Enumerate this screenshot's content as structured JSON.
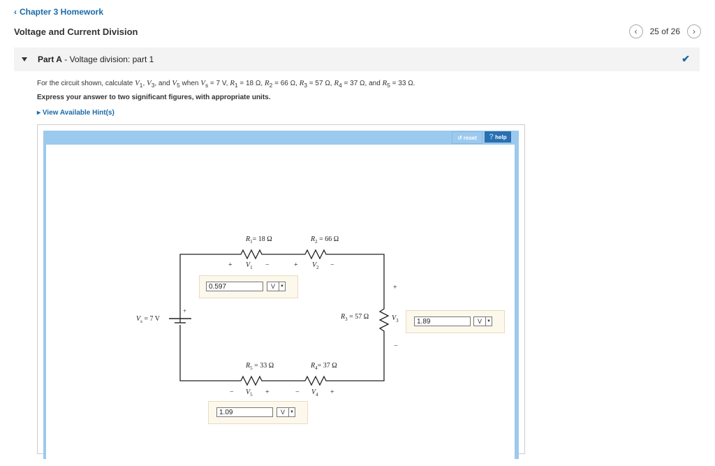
{
  "nav": {
    "back_label": "Chapter 3 Homework",
    "back_icon": "chevron-left-icon"
  },
  "assignment": {
    "title": "Voltage and Current Division"
  },
  "pager": {
    "text": "25 of 26"
  },
  "part": {
    "label": "Part A",
    "separator": " - ",
    "title": "Voltage division: part 1",
    "status": "completed",
    "status_color": "#1a6aa8"
  },
  "question": {
    "t1": "For the circuit shown, calculate ",
    "v1": "V",
    "v1s": "1",
    "c1": ", ",
    "v3": "V",
    "v3s": "3",
    "c2": ", and ",
    "v5": "V",
    "v5s": "5",
    "t2": " when ",
    "vs": "V",
    "vss": "s",
    "vsv": " = 7 V, ",
    "r1": "R",
    "r1s": "1",
    "r1v": " = 18 Ω, ",
    "r2": "R",
    "r2s": "2",
    "r2v": " = 66 Ω, ",
    "r3": "R",
    "r3s": "3",
    "r3v": " = 57 Ω, ",
    "r4": "R",
    "r4s": "4",
    "r4v": " = 37 Ω, and ",
    "r5": "R",
    "r5s": "5",
    "r5v": " = 33 Ω."
  },
  "instruction": "Express your answer to two significant figures, with appropriate units.",
  "hints_label": "View Available Hint(s)",
  "toolbar": {
    "reset_label": "reset",
    "help_label": "help",
    "help_q": "?",
    "reset_icon": "↺"
  },
  "circuit": {
    "vs": {
      "label": "V",
      "sub": "s",
      "value": "= 7 V"
    },
    "r1": {
      "label": "R",
      "sub": "1",
      "value": "= 18 Ω"
    },
    "r2": {
      "label": "R",
      "sub": "2",
      "value": "= 66 Ω"
    },
    "r3": {
      "label": "R",
      "sub": "3",
      "value": "= 57 Ω"
    },
    "r4": {
      "label": "R",
      "sub": "4",
      "value": "= 37 Ω"
    },
    "r5": {
      "label": "R",
      "sub": "5",
      "value": "= 33 Ω"
    },
    "v1": {
      "label": "V",
      "sub": "1"
    },
    "v2": {
      "label": "V",
      "sub": "2"
    },
    "v3": {
      "label": "V",
      "sub": "3"
    },
    "v4": {
      "label": "V",
      "sub": "4"
    },
    "v5": {
      "label": "V",
      "sub": "5"
    },
    "plus": "+",
    "minus": "−"
  },
  "answers": {
    "v1": {
      "value": "0.597",
      "unit": "V"
    },
    "v3": {
      "value": "1.89",
      "unit": "V"
    },
    "v5": {
      "value": "1.09",
      "unit": "V"
    }
  }
}
